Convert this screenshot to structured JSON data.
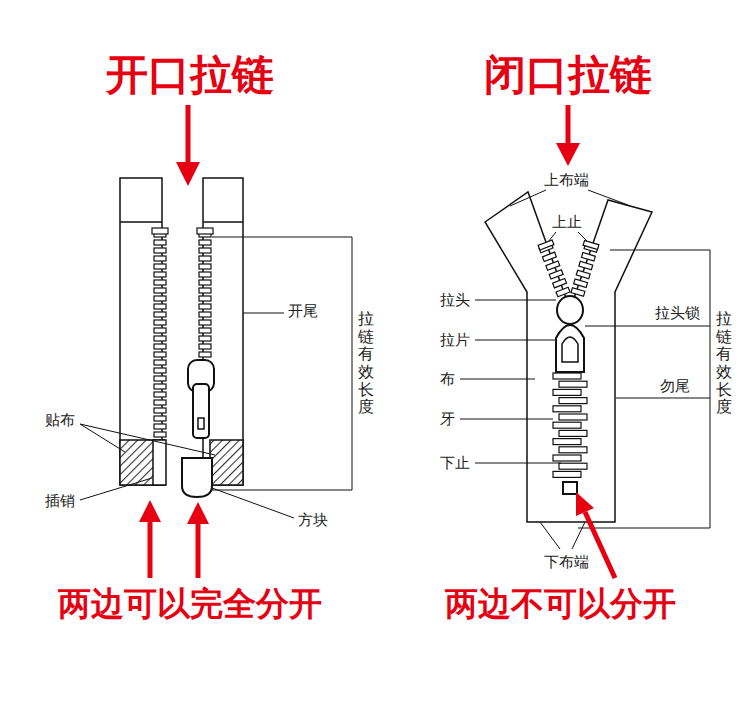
{
  "diagram": {
    "labels": [
      "开口拉链",
      "闭口拉链",
      "开尾",
      "拉链有效长度",
      "贴布",
      "插销",
      "方块",
      "两边可以完全分开",
      "上布端",
      "上止",
      "拉头",
      "拉头锁",
      "拉链有效长度",
      "拉片",
      "布",
      "勿尾",
      "牙",
      "下止",
      "下布端",
      "两边不可以分开"
    ]
  }
}
